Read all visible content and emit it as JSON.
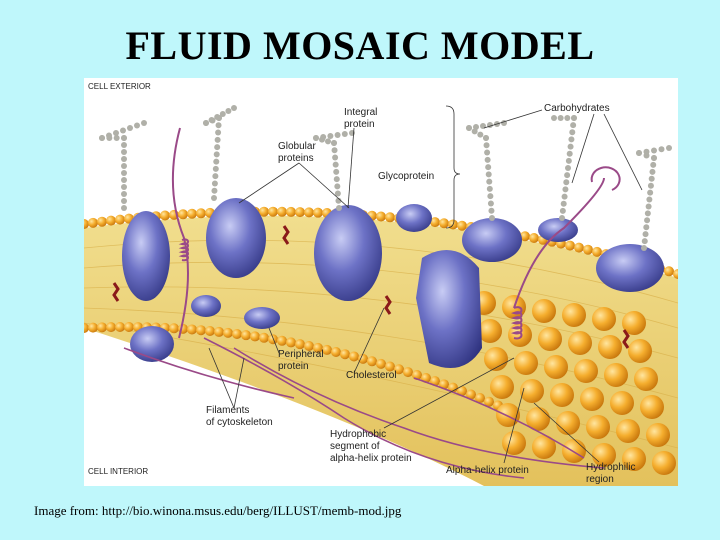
{
  "slide": {
    "title": "FLUID MOSAIC MODEL"
  },
  "figure": {
    "corner_top": "CELL EXTERIOR",
    "corner_bottom": "CELL INTERIOR",
    "labels": {
      "integral_1": "Integral",
      "integral_2": "protein",
      "carbohydrates": "Carbohydrates",
      "globular_1": "Globular",
      "globular_2": "proteins",
      "glycoprotein": "Glycoprotein",
      "peripheral_1": "Peripheral",
      "peripheral_2": "protein",
      "cholesterol": "Cholesterol",
      "filaments_1": "Filaments",
      "filaments_2": "of cytoskeleton",
      "hydrophobic_1": "Hydrophobic",
      "hydrophobic_2": "segment of",
      "hydrophobic_3": "alpha-helix protein",
      "alpha_helix": "Alpha-helix protein",
      "hydrophilic_1": "Hydrophilic",
      "hydrophilic_2": "region"
    }
  },
  "caption": {
    "source": "Image from: http://bio.winona.msus.edu/berg/ILLUST/memb-mod.jpg"
  },
  "colors": {
    "background": "#bff7fb",
    "lipid_head": "#f0a020",
    "lipid_tail": "#e8cf6a",
    "protein": "#5a5fb8",
    "carbohydrate": "#b0b0a8",
    "filament": "#9a4a88",
    "cholesterol": "#8a1a1a"
  }
}
